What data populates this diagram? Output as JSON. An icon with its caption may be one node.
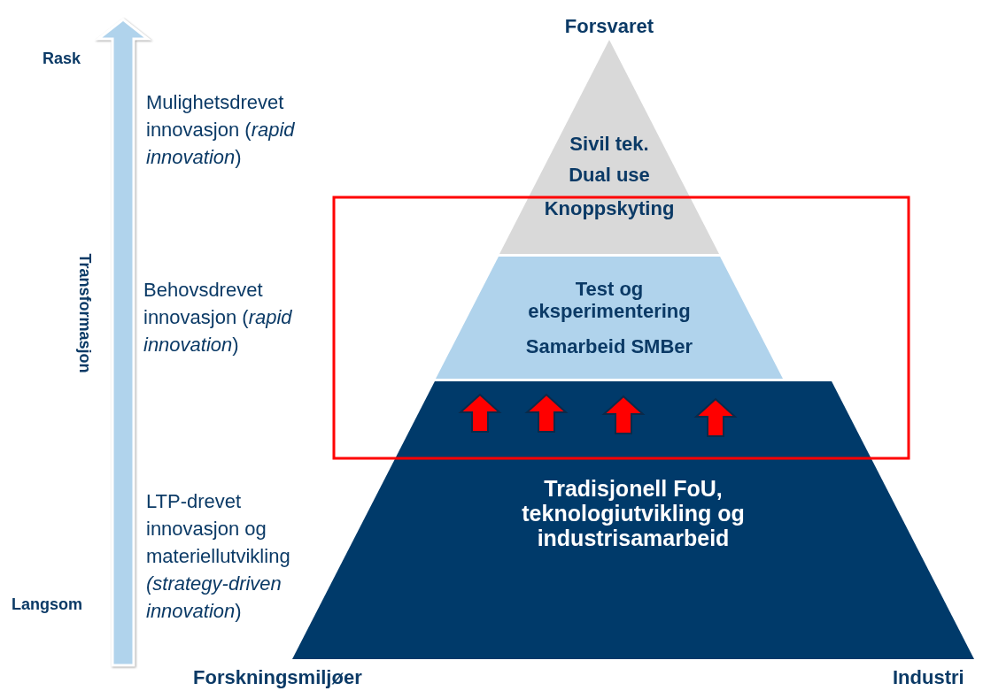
{
  "diagram": {
    "nodes": [
      {
        "text": [
          "Sivil tek.",
          "Dual use",
          "Knoppskyting"
        ]
      },
      {
        "text": [
          "Test og eksperimentering",
          "Samarbeid SMBer"
        ]
      },
      {
        "text": [
          "Tradisjonell FoU, teknologiutvikling og industrisamarbeid"
        ]
      }
    ],
    "edges": [],
    "labels": [
      "Forsvaret",
      "Rask",
      "Mulighetsdrevet innovasjon (*rapid innovation*)",
      "Transformasjon",
      "Behovsdrevet innovasjon (*rapid innovation*)",
      "LTP-drevet innovasjon og materiellutvikling *(strategy-driven innovation*)",
      "Langsom",
      "Forskningsmiljøer",
      "Industri"
    ]
  }
}
